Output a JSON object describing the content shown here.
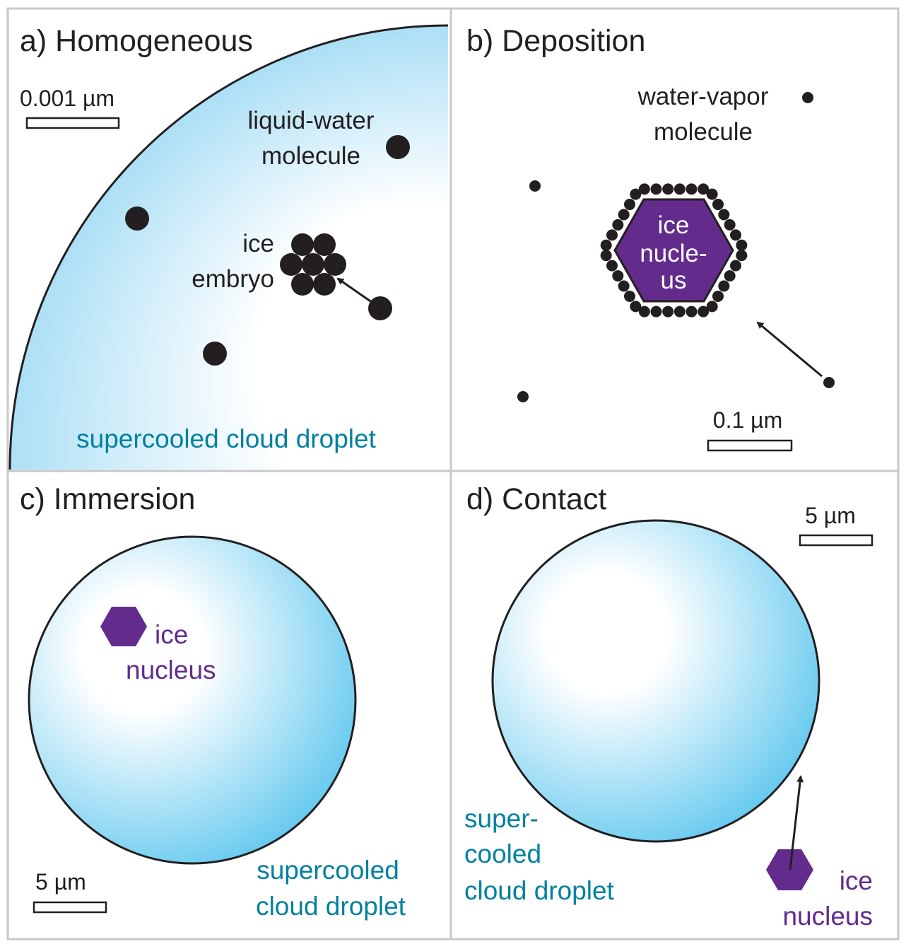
{
  "panels": {
    "a": {
      "title": "a) Homogeneous",
      "scale": "0.001 µm",
      "molecule_label_1": "liquid-water",
      "molecule_label_2": "molecule",
      "embryo_label_1": "ice",
      "embryo_label_2": "embryo",
      "droplet_label": "supercooled cloud droplet"
    },
    "b": {
      "title": "b) Deposition",
      "molecule_label_1": "water-vapor",
      "molecule_label_2": "molecule",
      "nucleus_label_1": "ice",
      "nucleus_label_2": "nucle-",
      "nucleus_label_3": "us",
      "scale": "0.1 µm"
    },
    "c": {
      "title": "c) Immersion",
      "nucleus_label_1": "ice",
      "nucleus_label_2": "nucleus",
      "scale": "5 µm",
      "droplet_label_1": "supercooled",
      "droplet_label_2": "cloud droplet"
    },
    "d": {
      "title": "d) Contact",
      "scale": "5 µm",
      "droplet_label_1": "super-",
      "droplet_label_2": "cooled",
      "droplet_label_3": "cloud droplet",
      "nucleus_label_1": "ice",
      "nucleus_label_2": "nucleus"
    }
  },
  "colors": {
    "droplet_text": "#00819f",
    "nucleus": "#632b8c",
    "droplet_fill": "#6ccbef",
    "border": "#c8c8c8"
  }
}
